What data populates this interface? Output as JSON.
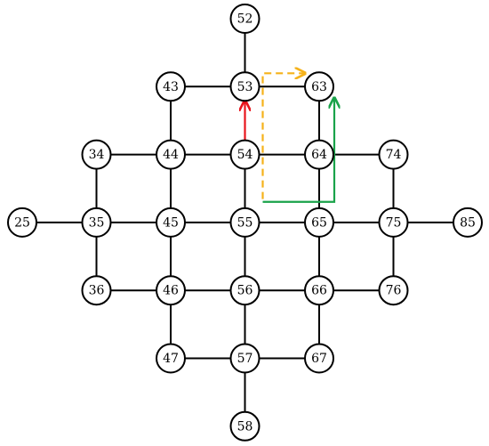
{
  "nodes": [
    {
      "id": "52"
    },
    {
      "id": "43"
    },
    {
      "id": "53"
    },
    {
      "id": "63"
    },
    {
      "id": "34"
    },
    {
      "id": "44"
    },
    {
      "id": "54"
    },
    {
      "id": "64"
    },
    {
      "id": "74"
    },
    {
      "id": "25"
    },
    {
      "id": "35"
    },
    {
      "id": "45"
    },
    {
      "id": "55"
    },
    {
      "id": "65"
    },
    {
      "id": "75"
    },
    {
      "id": "85"
    },
    {
      "id": "36"
    },
    {
      "id": "46"
    },
    {
      "id": "56"
    },
    {
      "id": "66"
    },
    {
      "id": "76"
    },
    {
      "id": "47"
    },
    {
      "id": "57"
    },
    {
      "id": "67"
    },
    {
      "id": "58"
    }
  ],
  "edges": [
    [
      "52",
      "53"
    ],
    [
      "43",
      "53"
    ],
    [
      "53",
      "63"
    ],
    [
      "43",
      "44"
    ],
    [
      "53",
      "54"
    ],
    [
      "63",
      "64"
    ],
    [
      "34",
      "44"
    ],
    [
      "44",
      "54"
    ],
    [
      "54",
      "64"
    ],
    [
      "64",
      "74"
    ],
    [
      "34",
      "35"
    ],
    [
      "44",
      "45"
    ],
    [
      "54",
      "55"
    ],
    [
      "64",
      "65"
    ],
    [
      "74",
      "75"
    ],
    [
      "25",
      "35"
    ],
    [
      "35",
      "45"
    ],
    [
      "45",
      "55"
    ],
    [
      "55",
      "65"
    ],
    [
      "65",
      "75"
    ],
    [
      "75",
      "85"
    ],
    [
      "35",
      "36"
    ],
    [
      "45",
      "46"
    ],
    [
      "55",
      "56"
    ],
    [
      "65",
      "66"
    ],
    [
      "75",
      "76"
    ],
    [
      "36",
      "46"
    ],
    [
      "46",
      "56"
    ],
    [
      "56",
      "66"
    ],
    [
      "66",
      "76"
    ],
    [
      "46",
      "47"
    ],
    [
      "56",
      "57"
    ],
    [
      "66",
      "67"
    ],
    [
      "47",
      "57"
    ],
    [
      "57",
      "67"
    ],
    [
      "57",
      "58"
    ]
  ],
  "paths": [
    {
      "kind": "red-solid",
      "color": "#e8141b"
    },
    {
      "kind": "orange-dashed",
      "color": "#f5b21a"
    },
    {
      "kind": "green-solid",
      "color": "#1aa34a"
    }
  ]
}
